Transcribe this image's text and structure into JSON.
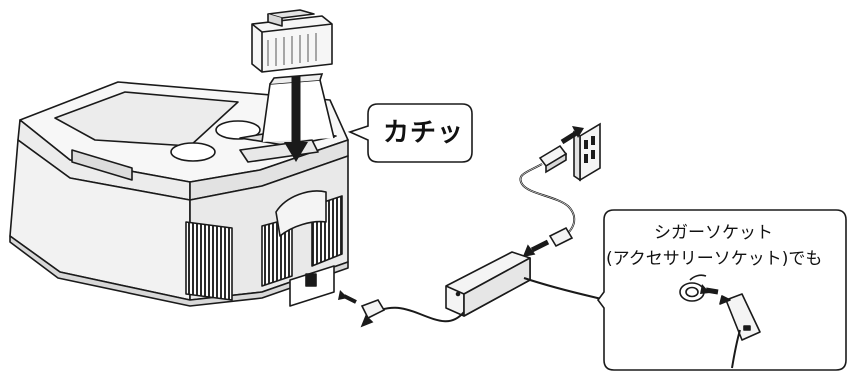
{
  "callout": {
    "text": "カチッ"
  },
  "cigarette_note": {
    "line1": "シガーソケット",
    "line2": "(アクセサリーソケット)でも"
  },
  "icons": {
    "battery": "battery-pack-icon",
    "cooler": "portable-cooler-icon",
    "adapter": "ac-adapter-icon",
    "outlet": "wall-outlet-icon",
    "car_plug": "car-socket-plug-icon"
  },
  "colors": {
    "line": "#1a1a1a",
    "body_fill": "#f3f3f3",
    "panel_fill": "#e6e6e6",
    "grille_fill": "#3a3a3a"
  }
}
